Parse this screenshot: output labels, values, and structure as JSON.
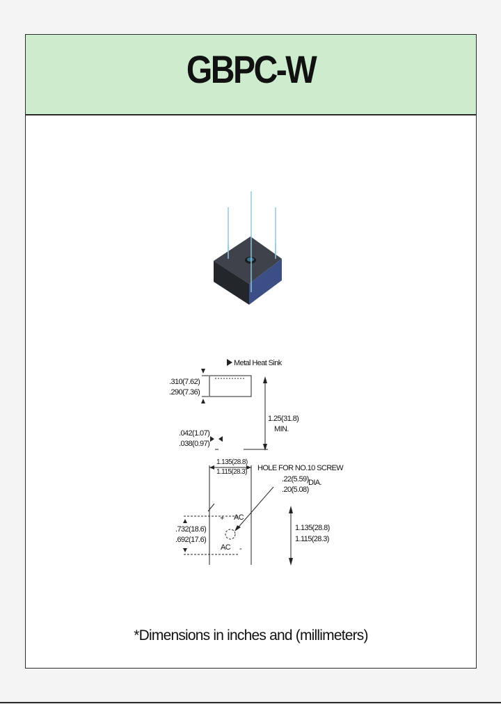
{
  "header": {
    "title": "GBPC-W"
  },
  "drawing": {
    "heat_sink_label": "Metal Heat Sink",
    "dim_thickness_max": ".310(7.62)",
    "dim_thickness_min": ".290(7.36)",
    "dim_lead_max": ".042(1.07)",
    "dim_lead_min": ".038(0.97)",
    "dim_lead_length": "1.25(31.8)",
    "dim_lead_length_note": "MIN.",
    "dim_width_max": "1.135(28.8)",
    "dim_width_min": "1.115(28.3)",
    "hole_label": "HOLE FOR NO.10 SCREW",
    "hole_dia_max": ".22(5.59)",
    "hole_dia_min": ".20(5.08)",
    "hole_dia_unit": "DIA.",
    "dim_pin_max": ".732(18.6)",
    "dim_pin_min": ".692(17.6)",
    "dim_height_max": "1.135(28.8)",
    "dim_height_min": "1.115(28.3)",
    "pin_ac_1": "AC",
    "pin_ac_2": "AC",
    "pin_plus": "+",
    "pin_minus": "-"
  },
  "footnote": "*Dimensions in inches and (millimeters)"
}
